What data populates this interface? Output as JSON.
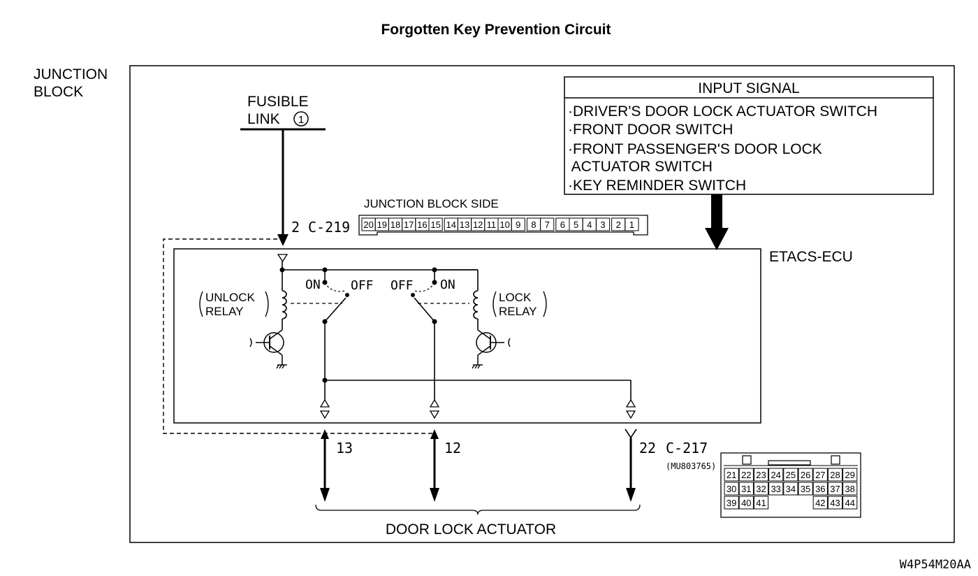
{
  "title": "Forgotten Key Prevention Circuit",
  "junction_block_label": [
    "JUNCTION",
    "BLOCK"
  ],
  "fusible_link": {
    "line1": "FUSIBLE",
    "line2": "LINK",
    "number": "1"
  },
  "input_signal": {
    "header": "INPUT SIGNAL",
    "items": [
      "·DRIVER'S DOOR LOCK ACTUATOR SWITCH",
      "·FRONT DOOR SWITCH",
      "·FRONT PASSENGER'S DOOR LOCK",
      " ACTUATOR SWITCH",
      "·KEY REMINDER SWITCH"
    ]
  },
  "junction_block_side": "JUNCTION BLOCK SIDE",
  "connector_c219": {
    "pin": "2",
    "name": "C-219",
    "pins": [
      "20",
      "19",
      "18",
      "17",
      "16",
      "15",
      "14",
      "13",
      "12",
      "11",
      "10",
      "9",
      "8",
      "7",
      "6",
      "5",
      "4",
      "3",
      "2",
      "1"
    ]
  },
  "ecu_label": "ETACS-ECU",
  "switch_labels": {
    "on": "ON",
    "off": "OFF"
  },
  "unlock_relay": [
    "UNLOCK",
    "RELAY"
  ],
  "lock_relay": [
    "LOCK",
    "RELAY"
  ],
  "output_pins": [
    "13",
    "12",
    "22"
  ],
  "connector_c217": {
    "name": "C-217",
    "part": "(MU803765)",
    "rows": [
      [
        "21",
        "22",
        "23",
        "24",
        "25",
        "26",
        "27",
        "28",
        "29"
      ],
      [
        "30",
        "31",
        "32",
        "33",
        "34",
        "35",
        "36",
        "37",
        "38"
      ],
      [
        "39",
        "40",
        "41",
        "",
        "",
        "",
        "42",
        "43",
        "44"
      ]
    ]
  },
  "door_lock_actuator": "DOOR LOCK ACTUATOR",
  "figure_code": "W4P54M20AA"
}
